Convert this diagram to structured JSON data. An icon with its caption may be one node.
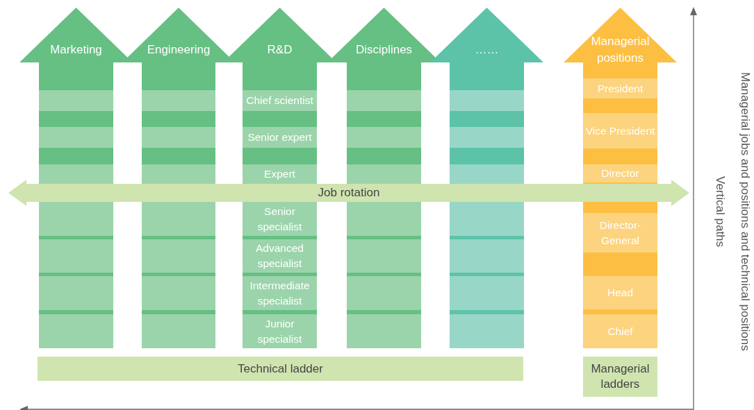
{
  "diagram": {
    "nodes": [
      {
        "text": [
          "Marketing"
        ]
      },
      {
        "text": [],
        "shape": "box",
        "in": 0
      },
      {
        "text": [],
        "shape": "box",
        "in": 0
      },
      {
        "text": [],
        "shape": "box",
        "in": 0
      },
      {
        "text": [],
        "shape": "box",
        "in": 0
      },
      {
        "text": [],
        "shape": "box",
        "in": 0
      },
      {
        "text": [],
        "shape": "box",
        "in": 0
      },
      {
        "text": [],
        "shape": "box",
        "in": 0
      },
      {
        "text": [
          "Engineering"
        ]
      },
      {
        "text": [],
        "shape": "box",
        "in": 8
      },
      {
        "text": [],
        "shape": "box",
        "in": 8
      },
      {
        "text": [],
        "shape": "box",
        "in": 8
      },
      {
        "text": [],
        "shape": "box",
        "in": 8
      },
      {
        "text": [],
        "shape": "box",
        "in": 8
      },
      {
        "text": [],
        "shape": "box",
        "in": 8
      },
      {
        "text": [],
        "shape": "box",
        "in": 8
      },
      {
        "text": [
          "R&D"
        ]
      },
      {
        "text": [
          "Chief scientist"
        ],
        "in": 16
      },
      {
        "text": [
          "Senior expert"
        ],
        "in": 16
      },
      {
        "text": [
          "Expert"
        ],
        "in": 16
      },
      {
        "text": [
          "Senior specialist"
        ],
        "in": 16
      },
      {
        "text": [
          "Advanced specialist"
        ],
        "in": 16
      },
      {
        "text": [
          "Intermediate specialist"
        ],
        "in": 16
      },
      {
        "text": [
          "Junior specialist"
        ],
        "in": 16
      },
      {
        "text": [
          "Disciplines"
        ]
      },
      {
        "text": [],
        "shape": "box",
        "in": 24
      },
      {
        "text": [],
        "shape": "box",
        "in": 24
      },
      {
        "text": [],
        "shape": "box",
        "in": 24
      },
      {
        "text": [],
        "shape": "box",
        "in": 24
      },
      {
        "text": [],
        "shape": "box",
        "in": 24
      },
      {
        "text": [],
        "shape": "box",
        "in": 24
      },
      {
        "text": [],
        "shape": "box",
        "in": 24
      },
      {
        "text": [
          "……"
        ]
      },
      {
        "text": [],
        "shape": "box",
        "in": 32
      },
      {
        "text": [],
        "shape": "box",
        "in": 32
      },
      {
        "text": [],
        "shape": "box",
        "in": 32
      },
      {
        "text": [],
        "shape": "box",
        "in": 32
      },
      {
        "text": [],
        "shape": "box",
        "in": 32
      },
      {
        "text": [],
        "shape": "box",
        "in": 32
      },
      {
        "text": [],
        "shape": "box",
        "in": 32
      },
      {
        "text": [
          "Managerial positions"
        ]
      },
      {
        "text": [
          "President"
        ],
        "in": 40
      },
      {
        "text": [
          "Vice President"
        ],
        "in": 40
      },
      {
        "text": [
          "Director"
        ],
        "in": 40
      },
      {
        "text": [
          "Director-General"
        ],
        "in": 40
      },
      {
        "text": [
          "Head"
        ],
        "in": 40
      },
      {
        "text": [
          "Chief"
        ],
        "in": 40
      },
      {
        "text": [
          "Job rotation"
        ]
      },
      {
        "text": [
          "Technical ladder"
        ]
      },
      {
        "text": [
          "Managerial ladders"
        ]
      }
    ],
    "edges": [],
    "labels": [
      "Managerial jobs and positions and technical positions",
      "Vertical paths"
    ]
  }
}
